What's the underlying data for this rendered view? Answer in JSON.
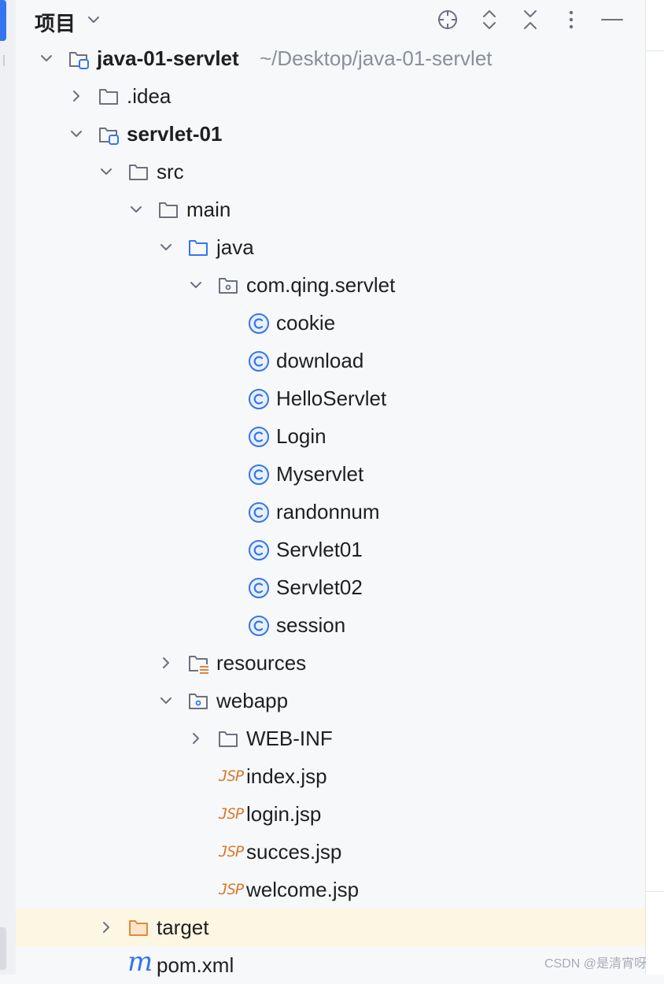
{
  "header": {
    "title": "项目"
  },
  "icons": {
    "title_dropdown": "chevron-down-icon",
    "locate": "crosshair-icon",
    "expand_all": "expand-all-icon",
    "collapse_all": "collapse-all-icon",
    "more": "more-vertical-icon",
    "hide": "minimize-icon"
  },
  "colors": {
    "folder": "#6c707e",
    "source_folder": "#3574f0",
    "class_icon": "#3574f0",
    "jsp": "#d9782b",
    "excluded_folder": "#e08a3c",
    "selection": "#fdf6e3"
  },
  "tree": {
    "root": {
      "label": "java-01-servlet",
      "path": "~/Desktop/java-01-servlet"
    },
    "idea": {
      "label": ".idea"
    },
    "module": {
      "label": "servlet-01"
    },
    "src": {
      "label": "src"
    },
    "main": {
      "label": "main"
    },
    "java": {
      "label": "java"
    },
    "package": {
      "label": "com.qing.servlet"
    },
    "classes": [
      "cookie",
      "download",
      "HelloServlet",
      "Login",
      "Myservlet",
      "randonnum",
      "Servlet01",
      "Servlet02",
      "session"
    ],
    "resources": {
      "label": "resources"
    },
    "webapp": {
      "label": "webapp"
    },
    "webinf": {
      "label": "WEB-INF"
    },
    "jsp_badge": "JSP",
    "jsp_files": [
      "index.jsp",
      "login.jsp",
      "succes.jsp",
      "welcome.jsp"
    ],
    "target": {
      "label": "target"
    },
    "pom": {
      "label": "pom.xml",
      "icon_letter": "m"
    }
  },
  "watermark": "CSDN @是清宵呀"
}
